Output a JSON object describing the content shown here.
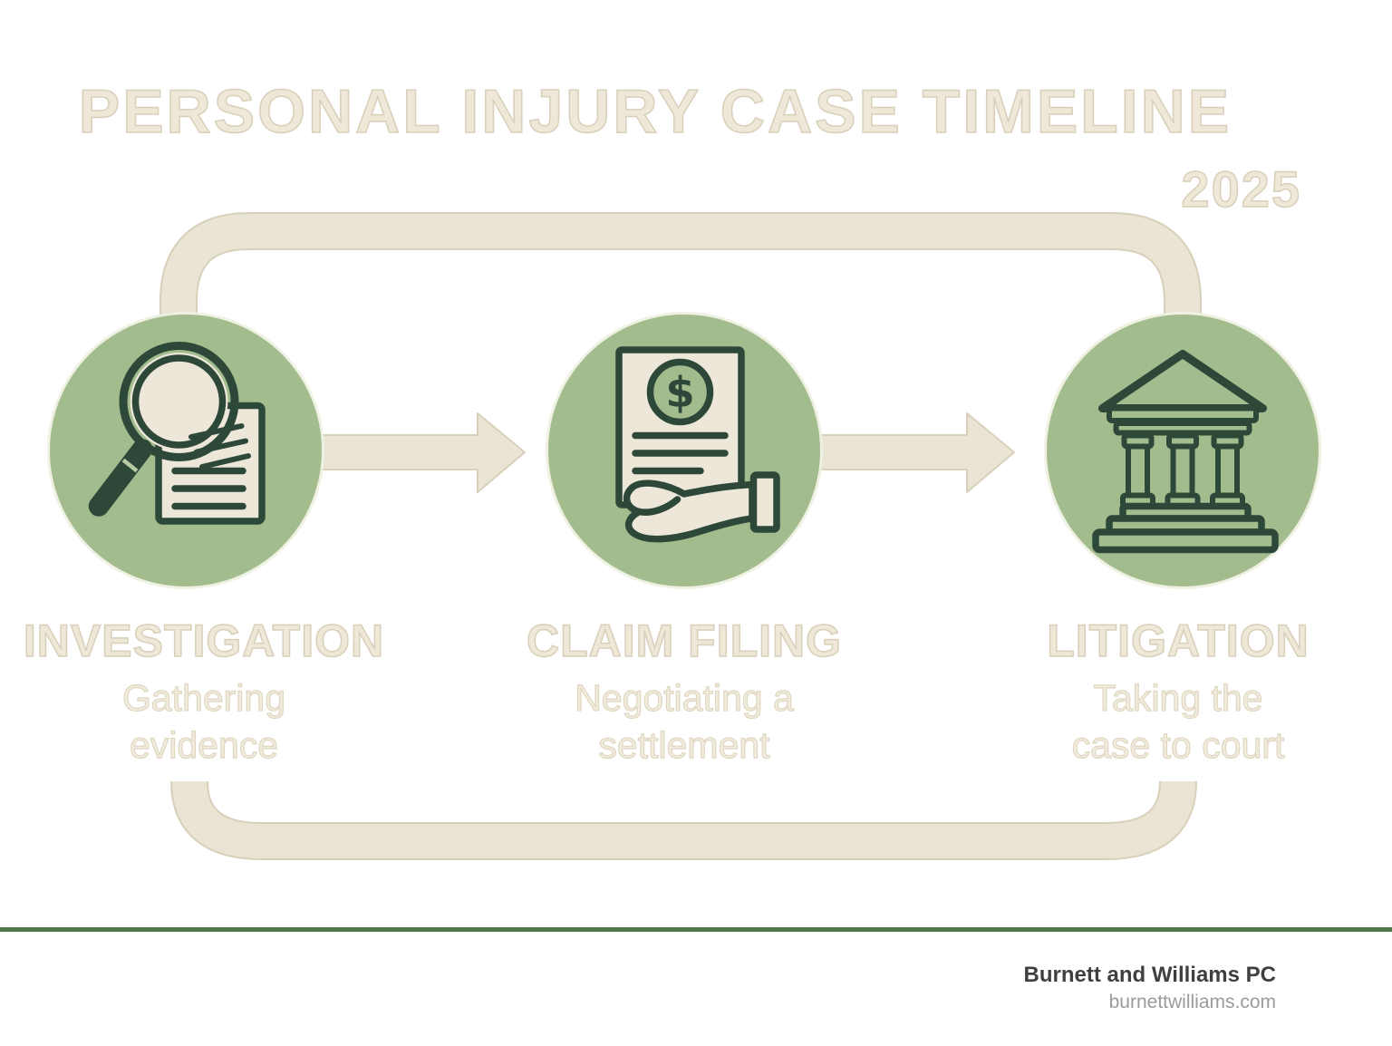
{
  "page": {
    "title": "PERSONAL INJURY CASE TIMELINE",
    "year": "2025"
  },
  "stages": [
    {
      "label": "INVESTIGATION",
      "desc_line1": "Gathering",
      "desc_line2": "evidence",
      "icon": "magnifying-glass-document-icon"
    },
    {
      "label": "CLAIM FILING",
      "desc_line1": "Negotiating a",
      "desc_line2": "settlement",
      "icon": "settlement-document-hand-icon",
      "icon_symbol": "$"
    },
    {
      "label": "LITIGATION",
      "desc_line1": "Taking the",
      "desc_line2": "case to court",
      "icon": "courthouse-icon"
    }
  ],
  "footer": {
    "company": "Burnett and Williams PC",
    "website": "burnettwilliams.com"
  },
  "colors": {
    "circle_green": "#a3bc8e",
    "icon_dark_green": "#2d4839",
    "icon_cream": "#ece7d9",
    "band_cream": "#e9e4d3",
    "band_edge": "#d8d0ba",
    "text_cream": "#eee8d8",
    "text_cream_outline": "#d9cfba",
    "divider_green": "#4c7749",
    "footer_name": "#3f3f3f",
    "footer_url": "#9b9b9b"
  }
}
